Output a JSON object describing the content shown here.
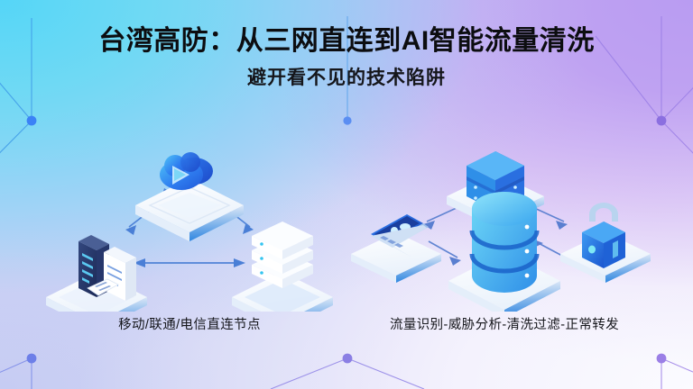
{
  "header": {
    "main_title": "台湾高防：从三网直连到AI智能流量清洗",
    "sub_title": "避开看不见的技术陷阱"
  },
  "panels": [
    {
      "id": "direct-connect-nodes",
      "caption": "移动/联通/电信直连节点",
      "nodes": [
        {
          "name": "cloud-platform-icon",
          "label": "cloud"
        },
        {
          "name": "document-server-icon",
          "label": "records"
        },
        {
          "name": "server-stack-icon",
          "label": "servers"
        }
      ]
    },
    {
      "id": "traffic-cleaning-pipeline",
      "caption": "流量识别-威胁分析-清洗过滤-正常转发",
      "nodes": [
        {
          "name": "server-block-icon",
          "label": "server"
        },
        {
          "name": "laptop-icon",
          "label": "client"
        },
        {
          "name": "lock-shield-icon",
          "label": "security"
        },
        {
          "name": "database-cylinder-icon",
          "label": "database"
        }
      ]
    }
  ],
  "decoration": {
    "node_color_left": "#3b82f6",
    "node_color_right": "#8b6fe0",
    "line_color_left": "#4b95e8",
    "line_color_right": "#9b7fe6",
    "node_count": 6
  },
  "theme": {
    "gradient_top_left": "#5dd5f5",
    "gradient_top_right": "#b79cf0",
    "gradient_bottom_left": "#c5cbf2",
    "gradient_bottom_right": "#fbfbff",
    "title_color": "#0c0d10",
    "accent_blue": "#2f7ef0",
    "accent_cyan": "#35c4f0",
    "platform_white": "#ffffff",
    "platform_edge": "#2f86e0"
  }
}
